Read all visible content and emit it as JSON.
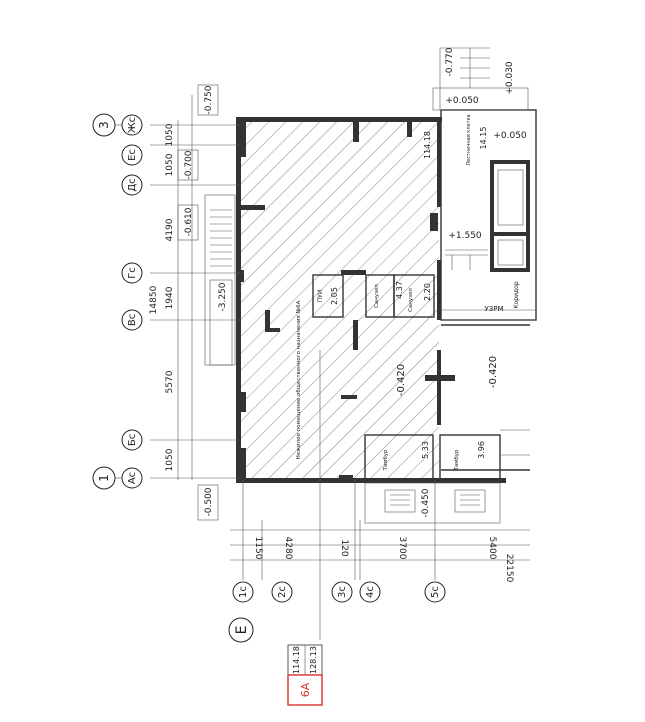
{
  "axes_letters": [
    {
      "id": "zh",
      "label": "Жс"
    },
    {
      "id": "e",
      "label": "Ес"
    },
    {
      "id": "d",
      "label": "Дс"
    },
    {
      "id": "g",
      "label": "Гс"
    },
    {
      "id": "v",
      "label": "Вс"
    },
    {
      "id": "b",
      "label": "Бс"
    },
    {
      "id": "a",
      "label": "Ас"
    }
  ],
  "axes_numbers": [
    {
      "id": "one",
      "label": "1"
    },
    {
      "id": "three",
      "label": "3"
    }
  ],
  "axes_bottom": [
    {
      "id": "c1",
      "label": "1с"
    },
    {
      "id": "c2",
      "label": "2с"
    },
    {
      "id": "c3",
      "label": "3с"
    },
    {
      "id": "c4",
      "label": "4с"
    },
    {
      "id": "c5",
      "label": "5с"
    }
  ],
  "section_label": "Е",
  "dims_left": {
    "d1050a": "1050",
    "d1050b": "1050",
    "d4190": "4190",
    "d1940": "1940",
    "d14850": "14850",
    "d5570": "5570",
    "d1050c": "1050"
  },
  "dims_bottom": {
    "d1150": "1150",
    "d4280": "4280",
    "d120": "120",
    "d3700": "3700",
    "d5400": "5400",
    "d22150": "22150"
  },
  "levels": {
    "l0750": "-0.750",
    "l0700": "-0.700",
    "l0610": "-0.610",
    "l3250": "-3.250",
    "l0500": "-0.500",
    "l0420a": "-0.420",
    "l0420b": "-0.420",
    "l0450": "-0.450",
    "l0770": "-0.770",
    "p0030": "+0.030",
    "p0050a": "+0.050",
    "p0050b": "+0.050",
    "p1550": "+1.550"
  },
  "rooms": {
    "main_area": "114.18",
    "main_name": "Нежилое помещение общественного назначения №6А",
    "room_a_area": "14.15",
    "room_a_name": "Лестничная клетка",
    "room_pui_name": "ПУИ",
    "room_pui_area": "2.05",
    "room_toilet_name": "Санузел",
    "room_toilet_area": "4.37",
    "room_s2_name": "Санузел",
    "room_s2_area": "2.20",
    "uzrm": "УЗРМ",
    "corridor": "Коридор",
    "tambur1_name": "Тамбур",
    "tambur1_area": "5.33",
    "tambur2_name": "Тамбур",
    "tambur2_area": "3.96"
  },
  "stamp": {
    "number": "6А",
    "area1": "114.18",
    "area2": "128.13"
  }
}
